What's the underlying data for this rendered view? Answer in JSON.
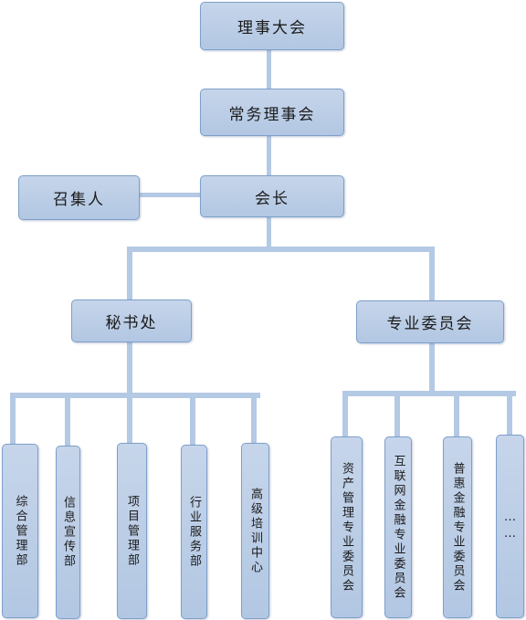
{
  "nodes": {
    "general_assembly": "理事大会",
    "standing_council": "常务理事会",
    "president": "会长",
    "convener": "召集人",
    "secretariat": "秘书处",
    "committees": "专业委员会"
  },
  "secretariat_departments": [
    "综合管理部",
    "信息宣传部",
    "项目管理部",
    "行业服务部",
    "高级培训中心"
  ],
  "professional_committees": [
    "资产管理专业委员会",
    "互联网金融专业委员会",
    "普惠金融专业委员会",
    "……"
  ],
  "colors": {
    "box_fill": "#b8cbe5",
    "box_border": "#7e9fca",
    "connector": "#b4c9e4"
  }
}
